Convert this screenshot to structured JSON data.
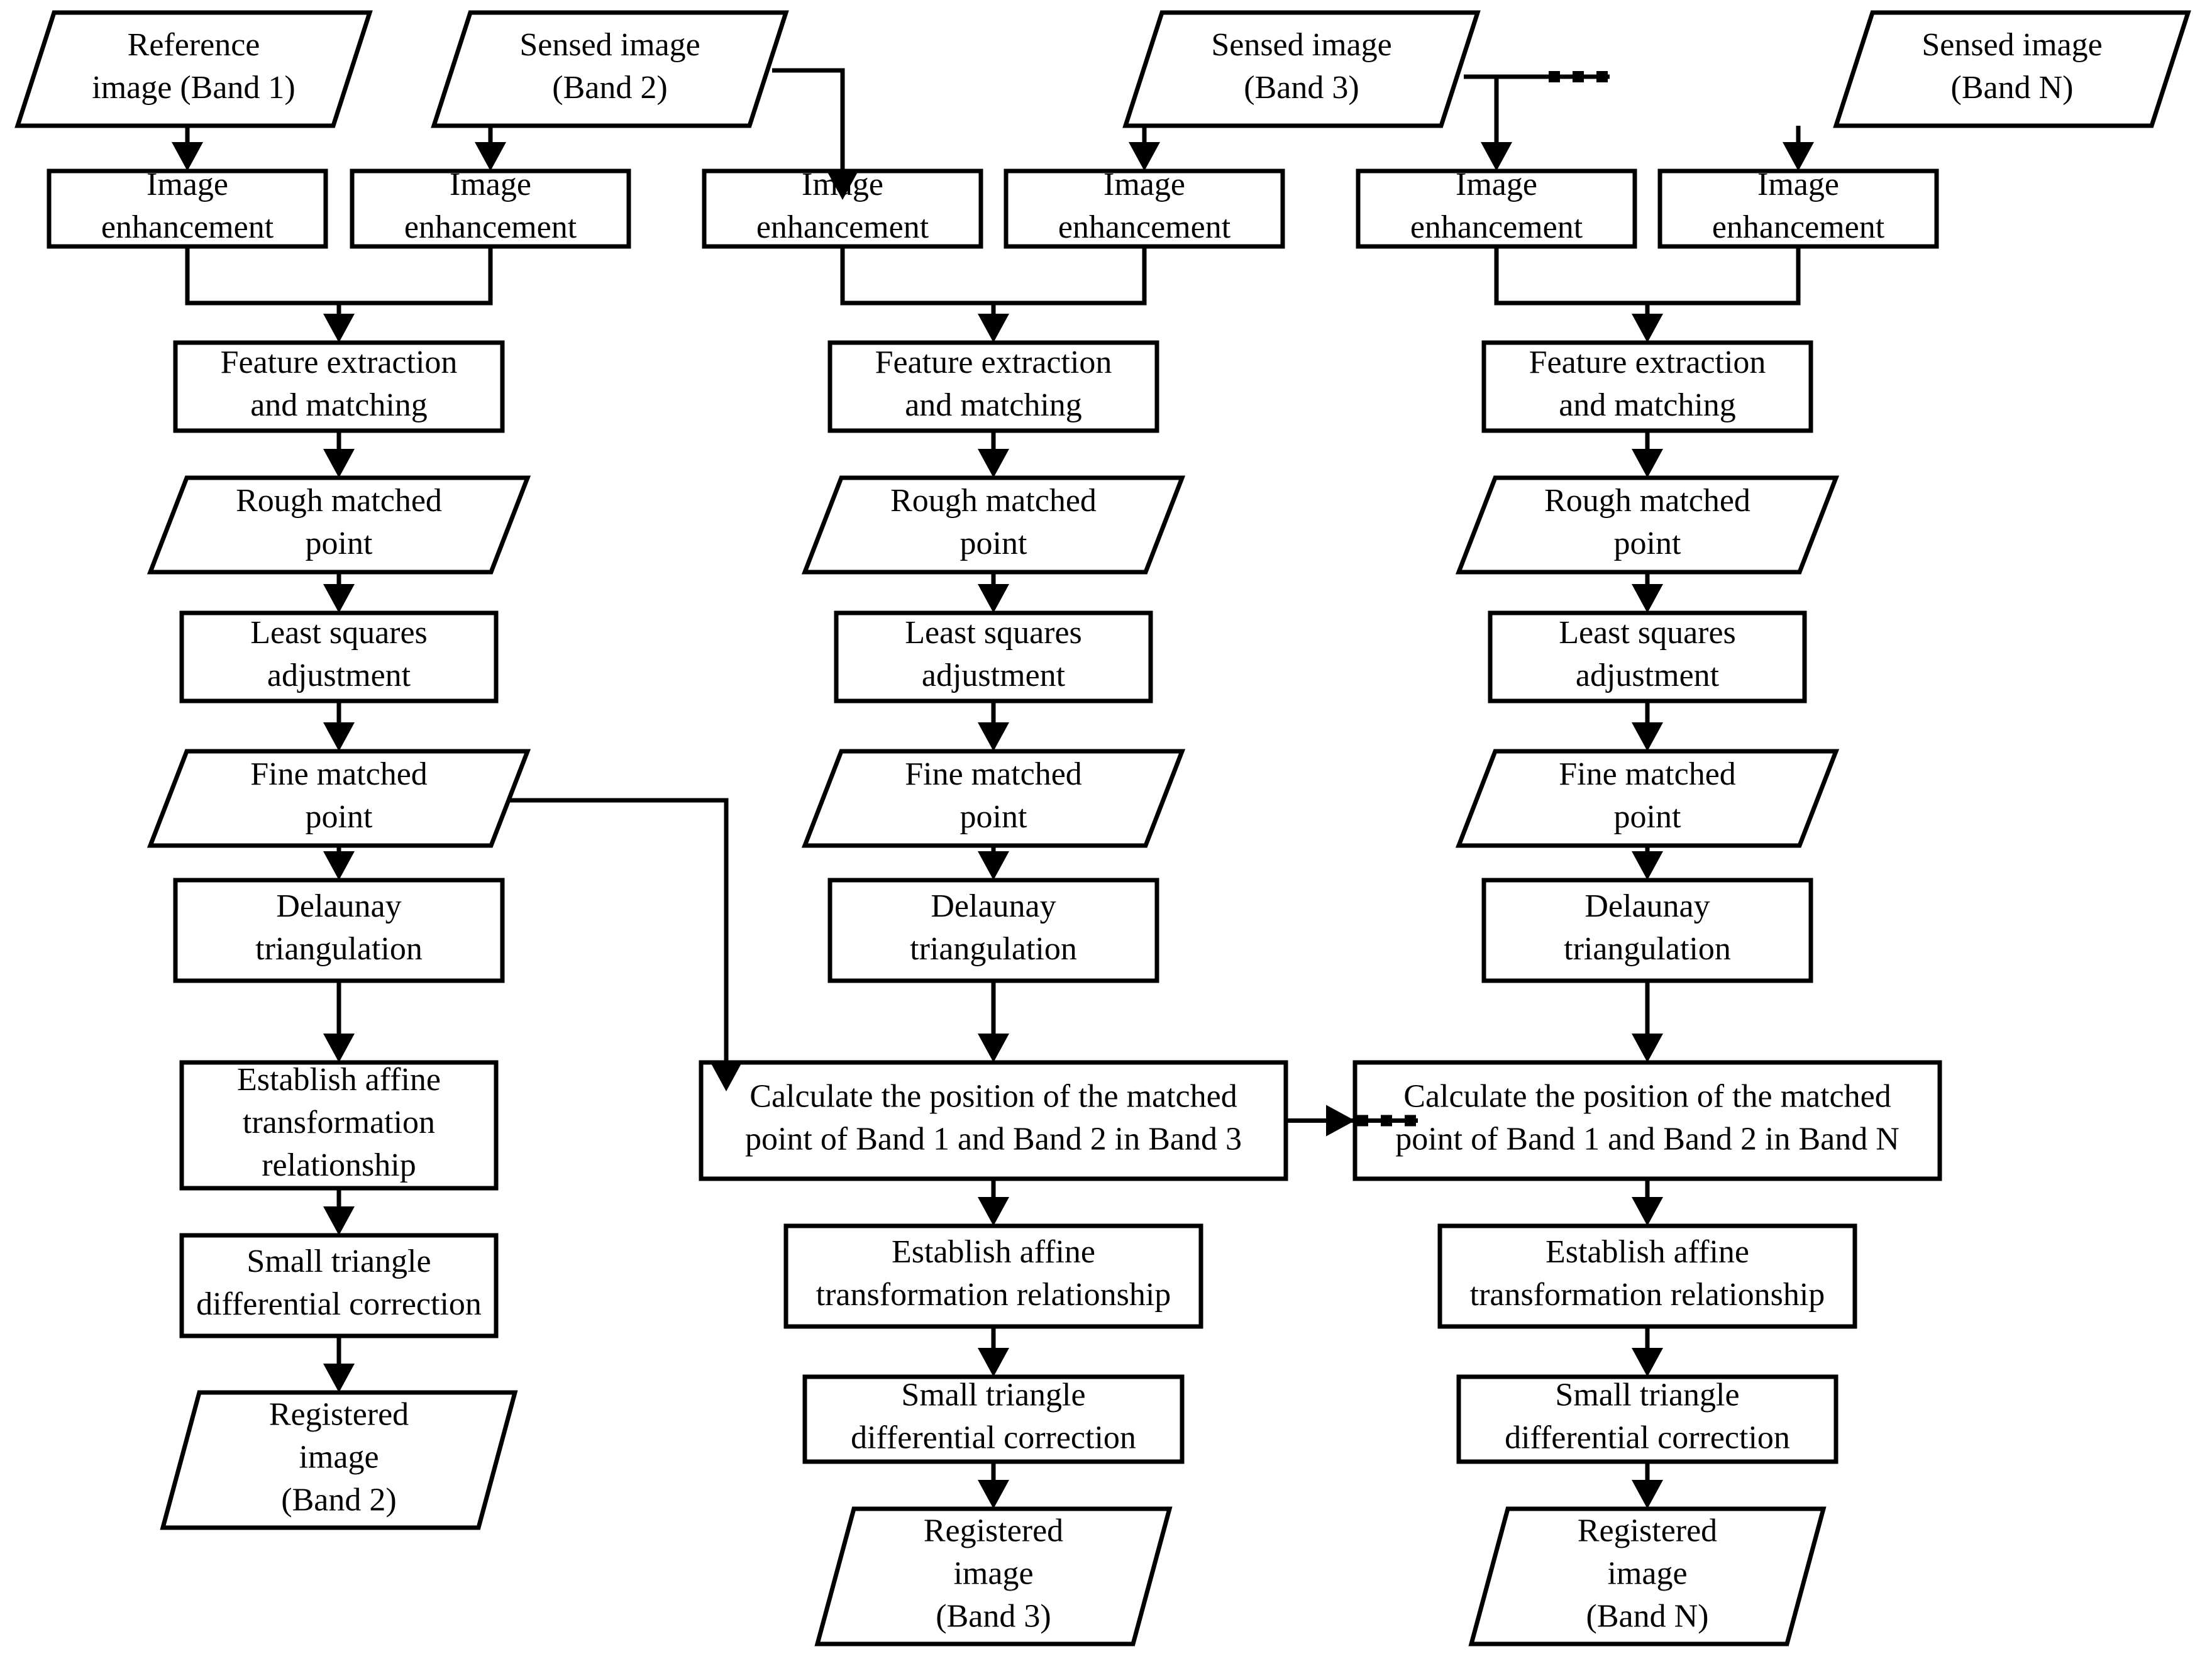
{
  "diagram": {
    "title": "Multi-band image registration workflow",
    "stroke_color": "#000000",
    "fill_color": "#ffffff",
    "ellipsis_label": "...",
    "inputs": [
      {
        "id": "in-band1",
        "shape": "parallelogram",
        "lines": [
          "Reference",
          "image (Band 1)"
        ]
      },
      {
        "id": "in-band2",
        "shape": "parallelogram",
        "lines": [
          "Sensed image",
          "(Band 2)"
        ]
      },
      {
        "id": "in-band3",
        "shape": "parallelogram",
        "lines": [
          "Sensed image",
          "(Band 3)"
        ]
      },
      {
        "id": "in-bandN",
        "shape": "parallelogram",
        "lines": [
          "Sensed image",
          "(Band N)"
        ]
      }
    ],
    "enhancement_boxes": [
      {
        "id": "enh-1",
        "lines": [
          "Image",
          "enhancement"
        ]
      },
      {
        "id": "enh-2",
        "lines": [
          "Image",
          "enhancement"
        ]
      },
      {
        "id": "enh-3",
        "lines": [
          "Image",
          "enhancement"
        ]
      },
      {
        "id": "enh-4",
        "lines": [
          "Image",
          "enhancement"
        ]
      },
      {
        "id": "enh-5",
        "lines": [
          "Image",
          "enhancement"
        ]
      },
      {
        "id": "enh-6",
        "lines": [
          "Image",
          "enhancement"
        ]
      }
    ],
    "columns": [
      {
        "id": "col-band2",
        "name": "band-2-pipeline",
        "steps": [
          {
            "id": "feat-1",
            "shape": "rect",
            "lines": [
              "Feature extraction",
              "and matching"
            ]
          },
          {
            "id": "rough-1",
            "shape": "parallelogram",
            "lines": [
              "Rough matched",
              "point"
            ]
          },
          {
            "id": "lsq-1",
            "shape": "rect",
            "lines": [
              "Least squares",
              "adjustment"
            ]
          },
          {
            "id": "fine-1",
            "shape": "parallelogram",
            "lines": [
              "Fine matched",
              "point"
            ]
          },
          {
            "id": "delaunay-1",
            "shape": "rect",
            "lines": [
              "Delaunay",
              "triangulation"
            ]
          },
          {
            "id": "affine-1",
            "shape": "rect",
            "lines": [
              "Establish affine",
              "transformation",
              "relationship"
            ]
          },
          {
            "id": "smalltri-1",
            "shape": "rect",
            "lines": [
              "Small triangle",
              "differential correction"
            ]
          },
          {
            "id": "out-1",
            "shape": "parallelogram",
            "lines": [
              "Registered",
              "image",
              "(Band 2)"
            ]
          }
        ]
      },
      {
        "id": "col-band3",
        "name": "band-3-pipeline",
        "steps": [
          {
            "id": "feat-2",
            "shape": "rect",
            "lines": [
              "Feature extraction",
              "and matching"
            ]
          },
          {
            "id": "rough-2",
            "shape": "parallelogram",
            "lines": [
              "Rough matched",
              "point"
            ]
          },
          {
            "id": "lsq-2",
            "shape": "rect",
            "lines": [
              "Least squares",
              "adjustment"
            ]
          },
          {
            "id": "fine-2",
            "shape": "parallelogram",
            "lines": [
              "Fine matched",
              "point"
            ]
          },
          {
            "id": "delaunay-2",
            "shape": "rect",
            "lines": [
              "Delaunay",
              "triangulation"
            ]
          },
          {
            "id": "calc-2",
            "shape": "rect-wide",
            "lines": [
              "Calculate the position of the matched",
              "point of Band 1 and Band 2 in Band 3"
            ]
          },
          {
            "id": "affine-2",
            "shape": "rect",
            "lines": [
              "Establish affine",
              "transformation relationship"
            ]
          },
          {
            "id": "smalltri-2",
            "shape": "rect",
            "lines": [
              "Small triangle",
              "differential correction"
            ]
          },
          {
            "id": "out-2",
            "shape": "parallelogram",
            "lines": [
              "Registered",
              "image",
              "(Band 3)"
            ]
          }
        ]
      },
      {
        "id": "col-bandN",
        "name": "band-n-pipeline",
        "steps": [
          {
            "id": "feat-3",
            "shape": "rect",
            "lines": [
              "Feature extraction",
              "and matching"
            ]
          },
          {
            "id": "rough-3",
            "shape": "parallelogram",
            "lines": [
              "Rough matched",
              "point"
            ]
          },
          {
            "id": "lsq-3",
            "shape": "rect",
            "lines": [
              "Least squares",
              "adjustment"
            ]
          },
          {
            "id": "fine-3",
            "shape": "parallelogram",
            "lines": [
              "Fine matched",
              "point"
            ]
          },
          {
            "id": "delaunay-3",
            "shape": "rect",
            "lines": [
              "Delaunay",
              "triangulation"
            ]
          },
          {
            "id": "calc-3",
            "shape": "rect-wide",
            "lines": [
              "Calculate the position of the matched",
              "point of Band 1 and Band 2 in Band N"
            ]
          },
          {
            "id": "affine-3",
            "shape": "rect",
            "lines": [
              "Establish affine",
              "transformation relationship"
            ]
          },
          {
            "id": "smalltri-3",
            "shape": "rect",
            "lines": [
              "Small triangle",
              "differential correction"
            ]
          },
          {
            "id": "out-3",
            "shape": "parallelogram",
            "lines": [
              "Registered",
              "image",
              "(Band N)"
            ]
          }
        ]
      }
    ]
  }
}
